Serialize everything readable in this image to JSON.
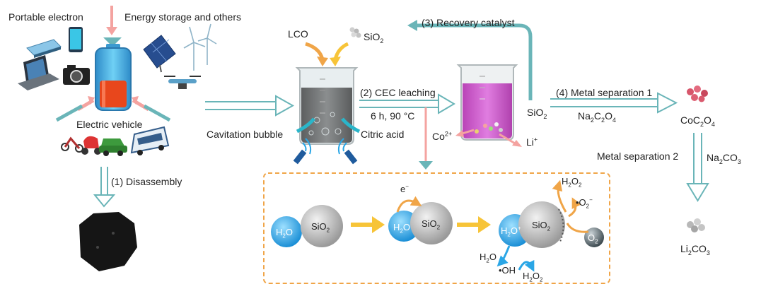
{
  "labels": {
    "portable": "Portable electron",
    "energy": "Energy storage and others",
    "ev": "Electric vehicle",
    "disassembly": "(1) Disassembly",
    "lco": "LCO",
    "recovery": "(3) Recovery catalyst",
    "cec": "(2) CEC leaching",
    "conditions": "6 h, 90 °C",
    "bubble": "Cavitation bubble",
    "citric": "Citric acid",
    "metal_sep1": "(4) Metal separation 1",
    "metal_sep2": "Metal separation 2",
    "electron": "e",
    "oh_radical": "•OH"
  },
  "chem": {
    "sio2_base": "SiO",
    "sio2_sub": "2",
    "h2o_base": "H",
    "h2o_sub": "2",
    "h2o_tail": "O",
    "h3o_tail": "O",
    "h2o2_tail": "O",
    "h2o2_sub2": "2",
    "o2_dot": "•O",
    "o2_sub": "2",
    "o2_sup": "−",
    "o2_base": "O",
    "co": "Co",
    "co_sup": "2+",
    "li": "Li",
    "li_sup": "+",
    "na2c2o4": [
      "Na",
      "2",
      "C",
      "2",
      "O",
      "4"
    ],
    "coc2o4": [
      "CoC",
      "2",
      "O",
      "4"
    ],
    "na2co3": [
      "Na",
      "2",
      "CO",
      "3"
    ],
    "li2co3": [
      "Li",
      "2",
      "CO",
      "3"
    ],
    "minus": "−",
    "plus": "+"
  },
  "colors": {
    "teal": "#6ab5b8",
    "pink": "#f4a3a0",
    "orange": "#f0a548",
    "yellow": "#f7c438",
    "blue": "#2aa6e6",
    "magenta": "#c452c4",
    "coc2o4": "#d7566b",
    "grey": "#9d9d9d"
  },
  "icons": [
    "battery-icon",
    "laptop-icon",
    "phone-icon",
    "camera-icon",
    "solar-panel-icon",
    "wind-turbine-icon",
    "drone-icon",
    "scooter-icon",
    "car-icon",
    "bus-icon",
    "black-powder-icon",
    "beaker-icon",
    "ultrasonic-wave-icon"
  ]
}
